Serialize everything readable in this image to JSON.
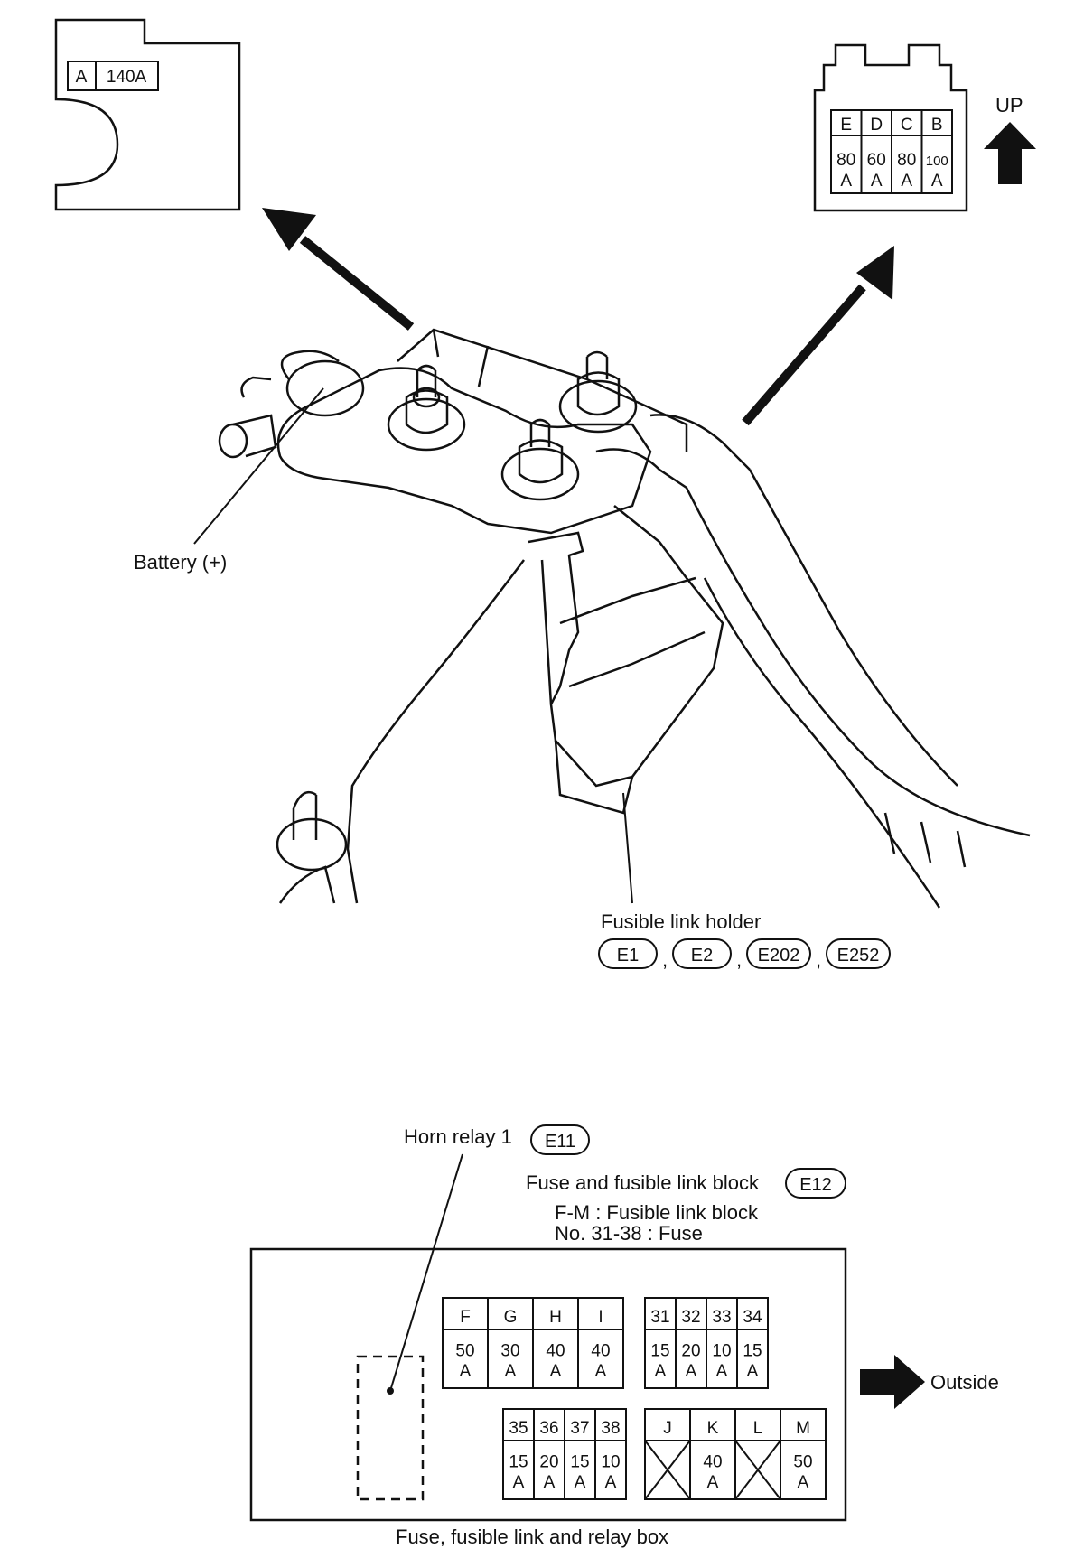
{
  "top_left_fuse": {
    "letter": "A",
    "rating": "140A"
  },
  "top_right_fuses": {
    "letters": [
      "E",
      "D",
      "C",
      "B"
    ],
    "amps": [
      "80",
      "60",
      "80",
      "100"
    ],
    "unit": "A",
    "up_label": "UP"
  },
  "battery_label": "Battery (+)",
  "fusible_link_holder": {
    "label": "Fusible link holder",
    "connectors": [
      "E1",
      "E2",
      "E202",
      "E252"
    ],
    "separator": ","
  },
  "horn_relay": {
    "label": "Horn relay 1",
    "connector": "E11"
  },
  "fuse_block": {
    "label": "Fuse and fusible link block",
    "connector": "E12",
    "note_1": "F-M : Fusible link block",
    "note_2": "No. 31-38 : Fuse"
  },
  "box": {
    "caption": "Fuse, fusible link and relay box",
    "outside_label": "Outside",
    "group_fghi": {
      "letters": [
        "F",
        "G",
        "H",
        "I"
      ],
      "amps": [
        "50",
        "30",
        "40",
        "40"
      ]
    },
    "group_31_34": {
      "numbers": [
        "31",
        "32",
        "33",
        "34"
      ],
      "amps": [
        "15",
        "20",
        "10",
        "15"
      ]
    },
    "group_35_38": {
      "numbers": [
        "35",
        "36",
        "37",
        "38"
      ],
      "amps": [
        "15",
        "20",
        "15",
        "10"
      ]
    },
    "group_jklm": {
      "letters": [
        "J",
        "K",
        "L",
        "M"
      ],
      "amps": [
        "",
        "40",
        "",
        "50"
      ]
    },
    "unit": "A"
  }
}
